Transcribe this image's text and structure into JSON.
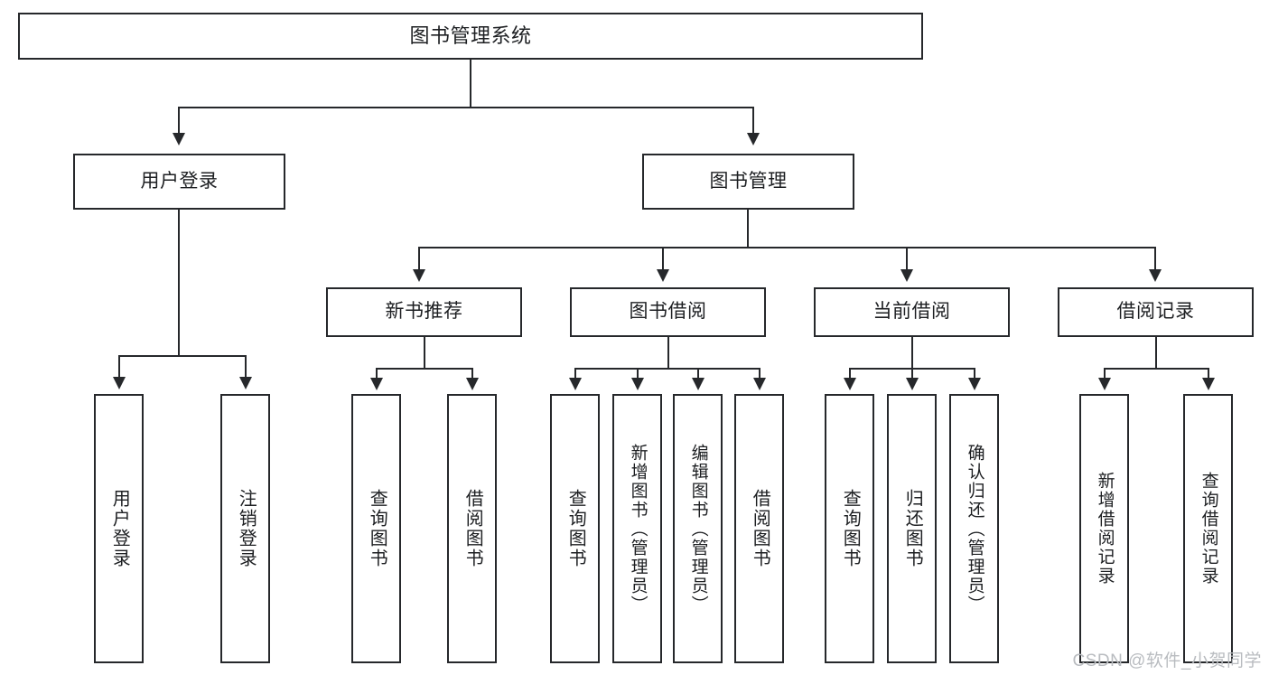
{
  "diagram": {
    "title": "图书管理系统",
    "type": "tree-hierarchy-diagram",
    "watermark": "CSDN @软件_小贺同学",
    "accent_color": "#26282b",
    "background_color": "#ffffff"
  },
  "root": {
    "label": "图书管理系统"
  },
  "level2": [
    {
      "id": "user-login",
      "label": "用户登录"
    },
    {
      "id": "book-management",
      "label": "图书管理"
    }
  ],
  "level3": [
    {
      "id": "new-book-recommend",
      "label": "新书推荐"
    },
    {
      "id": "book-borrow",
      "label": "图书借阅"
    },
    {
      "id": "current-borrow",
      "label": "当前借阅"
    },
    {
      "id": "borrow-record",
      "label": "借阅记录"
    }
  ],
  "leaves": [
    {
      "id": "leaf-user-login",
      "parent": "user-login",
      "label": "用户登录"
    },
    {
      "id": "leaf-logout",
      "parent": "user-login",
      "label": "注销登录"
    },
    {
      "id": "leaf-query-book-1",
      "parent": "new-book-recommend",
      "label": "查询图书"
    },
    {
      "id": "leaf-borrow-book-1",
      "parent": "new-book-recommend",
      "label": "借阅图书"
    },
    {
      "id": "leaf-query-book-2",
      "parent": "book-borrow",
      "label": "查询图书"
    },
    {
      "id": "leaf-add-book-admin",
      "parent": "book-borrow",
      "label": "新增图书（管理员）"
    },
    {
      "id": "leaf-edit-book-admin",
      "parent": "book-borrow",
      "label": "编辑图书（管理员）"
    },
    {
      "id": "leaf-borrow-book-2",
      "parent": "book-borrow",
      "label": "借阅图书"
    },
    {
      "id": "leaf-query-book-3",
      "parent": "current-borrow",
      "label": "查询图书"
    },
    {
      "id": "leaf-return-book",
      "parent": "current-borrow",
      "label": "归还图书"
    },
    {
      "id": "leaf-confirm-return-admin",
      "parent": "current-borrow",
      "label": "确认归还（管理员）"
    },
    {
      "id": "leaf-add-borrow-record",
      "parent": "borrow-record",
      "label": "新增借阅记录"
    },
    {
      "id": "leaf-query-borrow-record",
      "parent": "borrow-record",
      "label": "查询借阅记录"
    }
  ]
}
